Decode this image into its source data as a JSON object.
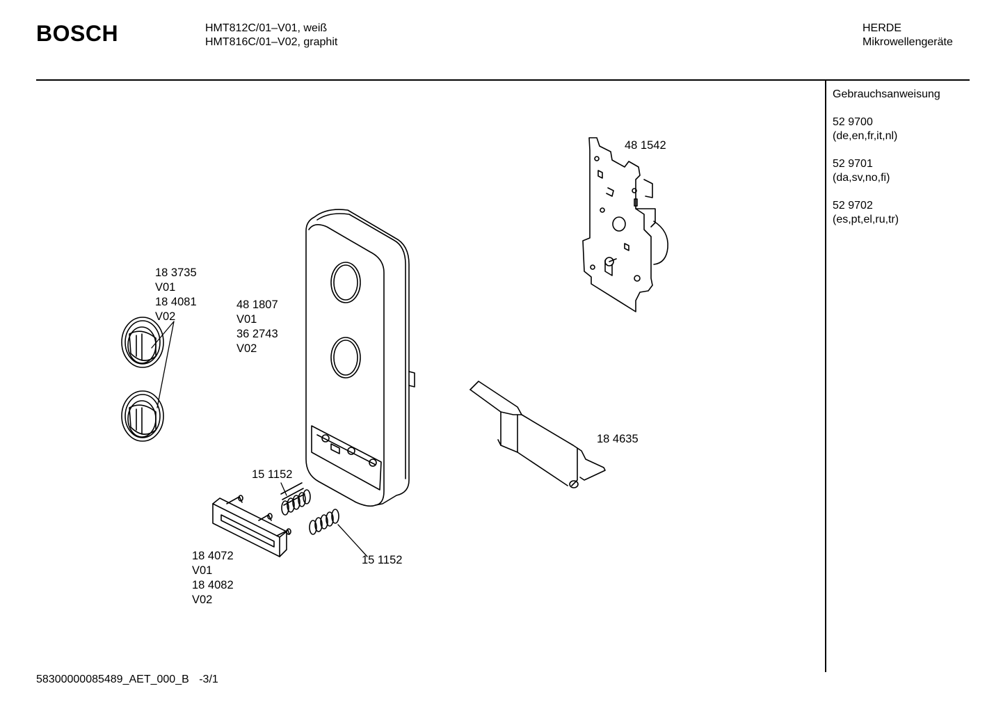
{
  "header": {
    "brand": "BOSCH",
    "models": [
      "HMT812C/01–V01, weiß",
      "HMT816C/01–V02, graphit"
    ],
    "category": [
      "HERDE",
      "Mikrowellengeräte"
    ]
  },
  "sidebar": {
    "title": "Gebrauchsanweisung",
    "manuals": [
      {
        "number": "52 9700",
        "languages": "(de,en,fr,it,nl)"
      },
      {
        "number": "52 9701",
        "languages": "(da,sv,no,fi)"
      },
      {
        "number": "52 9702",
        "languages": "(es,pt,el,ru,tr)"
      }
    ]
  },
  "parts": {
    "knob": [
      "18 3735",
      "V01",
      "18 4081",
      "V02"
    ],
    "panel": [
      "48 1807",
      "V01",
      "36 2743",
      "V02"
    ],
    "timer": "48 1542",
    "bracket": "18 4635",
    "spring_a": "15 1152",
    "spring_b": "15 1152",
    "button": [
      "18 4072",
      "V01",
      "18 4082",
      "V02"
    ]
  },
  "footer": {
    "doc_id": "58300000085489_AET_000_B",
    "page": "-3/1"
  }
}
